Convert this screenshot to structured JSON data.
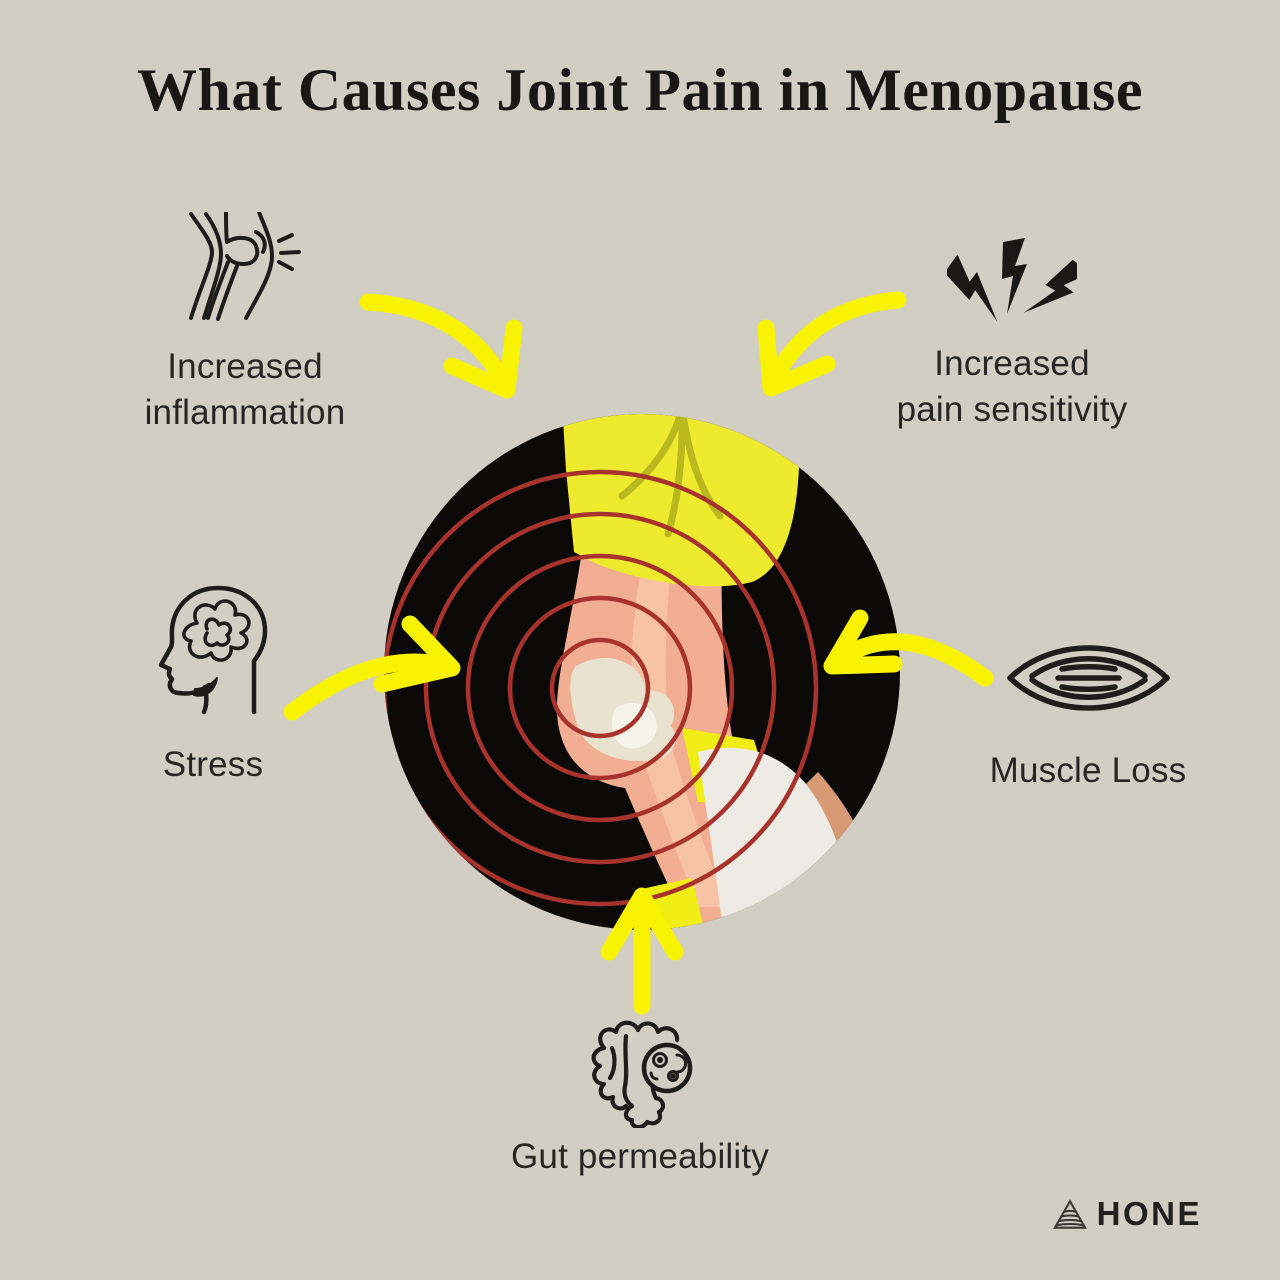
{
  "title": "What Causes Joint Pain in Menopause",
  "causes": [
    {
      "id": "increased-inflammation",
      "label": "Increased\ninflammation",
      "icon": "knee-joint-icon"
    },
    {
      "id": "increased-pain-sensitivity",
      "label": "Increased\npain sensitivity",
      "icon": "lightning-bolts-icon"
    },
    {
      "id": "stress",
      "label": "Stress",
      "icon": "stressed-head-icon"
    },
    {
      "id": "muscle-loss",
      "label": "Muscle Loss",
      "icon": "muscle-fiber-icon"
    },
    {
      "id": "gut-permeability",
      "label": "Gut permeability",
      "icon": "gut-intestine-icon"
    }
  ],
  "center_illustration": {
    "name": "runner-knee-with-pain-rings",
    "ring_count": 5
  },
  "logo": {
    "text": "HONE",
    "icon": "hone-triangle-icon"
  },
  "colors": {
    "background": "#d3cec4",
    "arrow_yellow": "#f7f303",
    "circle_black": "#0b0808",
    "pain_ring_red": "#a8332c",
    "shorts_yellow": "#eeeb2e",
    "skin": "#f2ae92",
    "text": "#272624"
  }
}
